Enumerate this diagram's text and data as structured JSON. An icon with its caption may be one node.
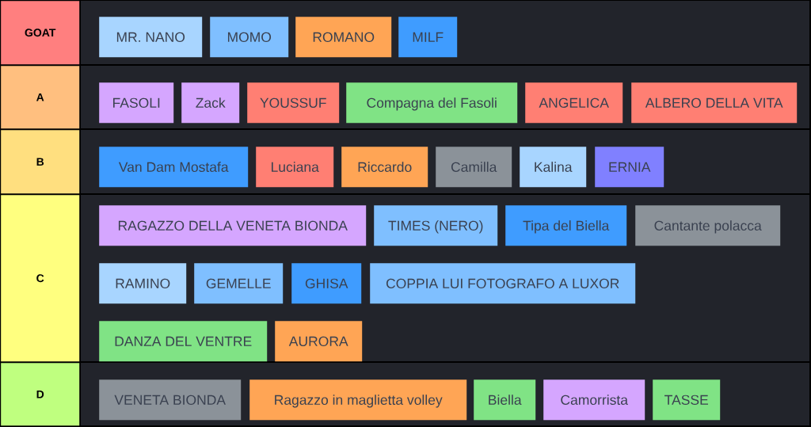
{
  "diagram": {
    "nodes": [
      {
        "text": [
          "GOAT"
        ]
      },
      {
        "text": [
          "MR. NANO"
        ],
        "in": 0
      },
      {
        "text": [
          "MOMO"
        ],
        "in": 0
      },
      {
        "text": [
          "ROMANO"
        ],
        "in": 0
      },
      {
        "text": [
          "MILF"
        ],
        "in": 0
      },
      {
        "text": [
          "A"
        ]
      },
      {
        "text": [
          "FASOLI"
        ],
        "in": 5
      },
      {
        "text": [
          "Zack"
        ],
        "in": 5
      },
      {
        "text": [
          "YOUSSUF"
        ],
        "in": 5
      },
      {
        "text": [
          "Compagna del Fasoli"
        ],
        "in": 5
      },
      {
        "text": [
          "ANGELICA"
        ],
        "in": 5
      },
      {
        "text": [
          "ALBERO DELLA VITA"
        ],
        "in": 5
      },
      {
        "text": [
          "B"
        ]
      },
      {
        "text": [
          "Van Dam Mostafa"
        ],
        "in": 12
      },
      {
        "text": [
          "Luciana"
        ],
        "in": 12
      },
      {
        "text": [
          "Riccardo"
        ],
        "in": 12
      },
      {
        "text": [
          "Camilla"
        ],
        "in": 12
      },
      {
        "text": [
          "Kalina"
        ],
        "in": 12
      },
      {
        "text": [
          "ERNIA"
        ],
        "in": 12
      },
      {
        "text": [
          "C"
        ]
      },
      {
        "text": [
          "RAGAZZO DELLA VENETA BIONDA"
        ],
        "in": 19
      },
      {
        "text": [
          "TIMES (NERO)"
        ],
        "in": 19
      },
      {
        "text": [
          "Tipa del Biella"
        ],
        "in": 19
      },
      {
        "text": [
          "Cantante polacca"
        ],
        "in": 19
      },
      {
        "text": [
          "RAMINO"
        ],
        "in": 19
      },
      {
        "text": [
          "GEMELLE"
        ],
        "in": 19
      },
      {
        "text": [
          "GHISA"
        ],
        "in": 19
      },
      {
        "text": [
          "COPPIA LUI FOTOGRAFO A LUXOR"
        ],
        "in": 19
      },
      {
        "text": [
          "DANZA DEL VENTRE"
        ],
        "in": 19
      },
      {
        "text": [
          "AURORA"
        ],
        "in": 19
      },
      {
        "text": [
          "D"
        ]
      },
      {
        "text": [
          "VENETA BIONDA"
        ],
        "in": 30
      },
      {
        "text": [
          "Ragazzo in maglietta volley"
        ],
        "in": 30
      },
      {
        "text": [
          "Biella"
        ],
        "in": 30
      },
      {
        "text": [
          "Camorrista"
        ],
        "in": 30
      },
      {
        "text": [
          "TASSE"
        ],
        "in": 30
      }
    ]
  }
}
